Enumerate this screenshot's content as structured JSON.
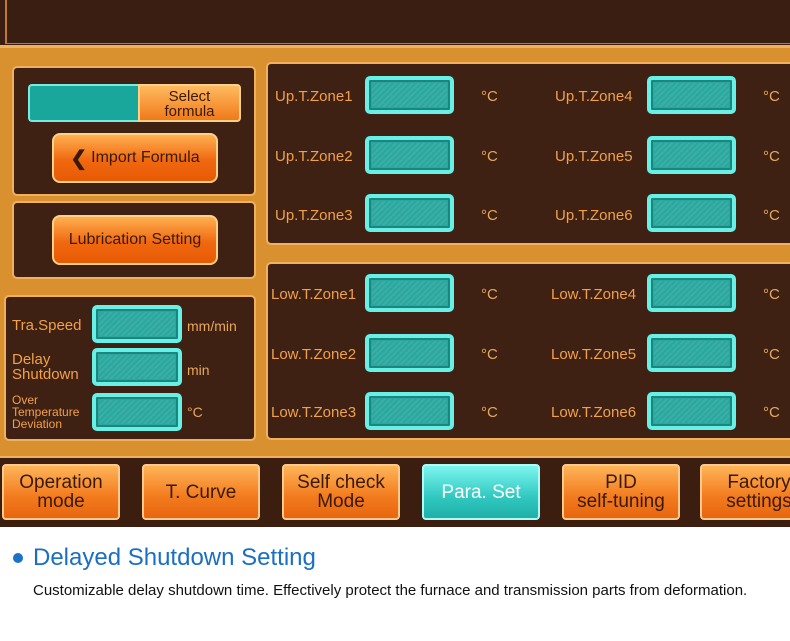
{
  "left": {
    "select_formula": "Select\nformula",
    "import_formula": "Import Formula",
    "lubrication_setting": "Lubrication Setting",
    "params": [
      {
        "label": "Tra.Speed",
        "unit": "mm/min"
      },
      {
        "label": "Delay\nShutdown",
        "unit": "min"
      },
      {
        "label": "Over\nTemperature\nDeviation",
        "unit": "°C"
      }
    ]
  },
  "upper_zones": {
    "unit": "°C",
    "labels": [
      "Up.T.Zone1",
      "Up.T.Zone2",
      "Up.T.Zone3",
      "Up.T.Zone4",
      "Up.T.Zone5",
      "Up.T.Zone6"
    ]
  },
  "lower_zones": {
    "unit": "°C",
    "labels": [
      "Low.T.Zone1",
      "Low.T.Zone2",
      "Low.T.Zone3",
      "Low.T.Zone4",
      "Low.T.Zone5",
      "Low.T.Zone6"
    ]
  },
  "tabs": [
    {
      "label": "Operation\nmode",
      "active": false
    },
    {
      "label": "T. Curve",
      "active": false
    },
    {
      "label": "Self check\nMode",
      "active": false
    },
    {
      "label": "Para. Set",
      "active": true
    },
    {
      "label": "PID\nself-tuning",
      "active": false
    },
    {
      "label": "Factory\nsettings",
      "active": false
    }
  ],
  "caption": {
    "title": "Delayed Shutdown Setting",
    "body": "Customizable delay shutdown time. Effectively protect the furnace and transmission parts from deformation."
  },
  "colors": {
    "frame_orange": "#d9902f",
    "panel_brown": "#3e2113",
    "field_teal": "#2aa79e",
    "button_orange": "#f27a1d",
    "active_tab_teal": "#30c8c0",
    "caption_blue": "#1a6fc4"
  },
  "icons": {
    "import_chevron": "chevron-left-icon",
    "caption_bullet": "bullet-icon"
  }
}
